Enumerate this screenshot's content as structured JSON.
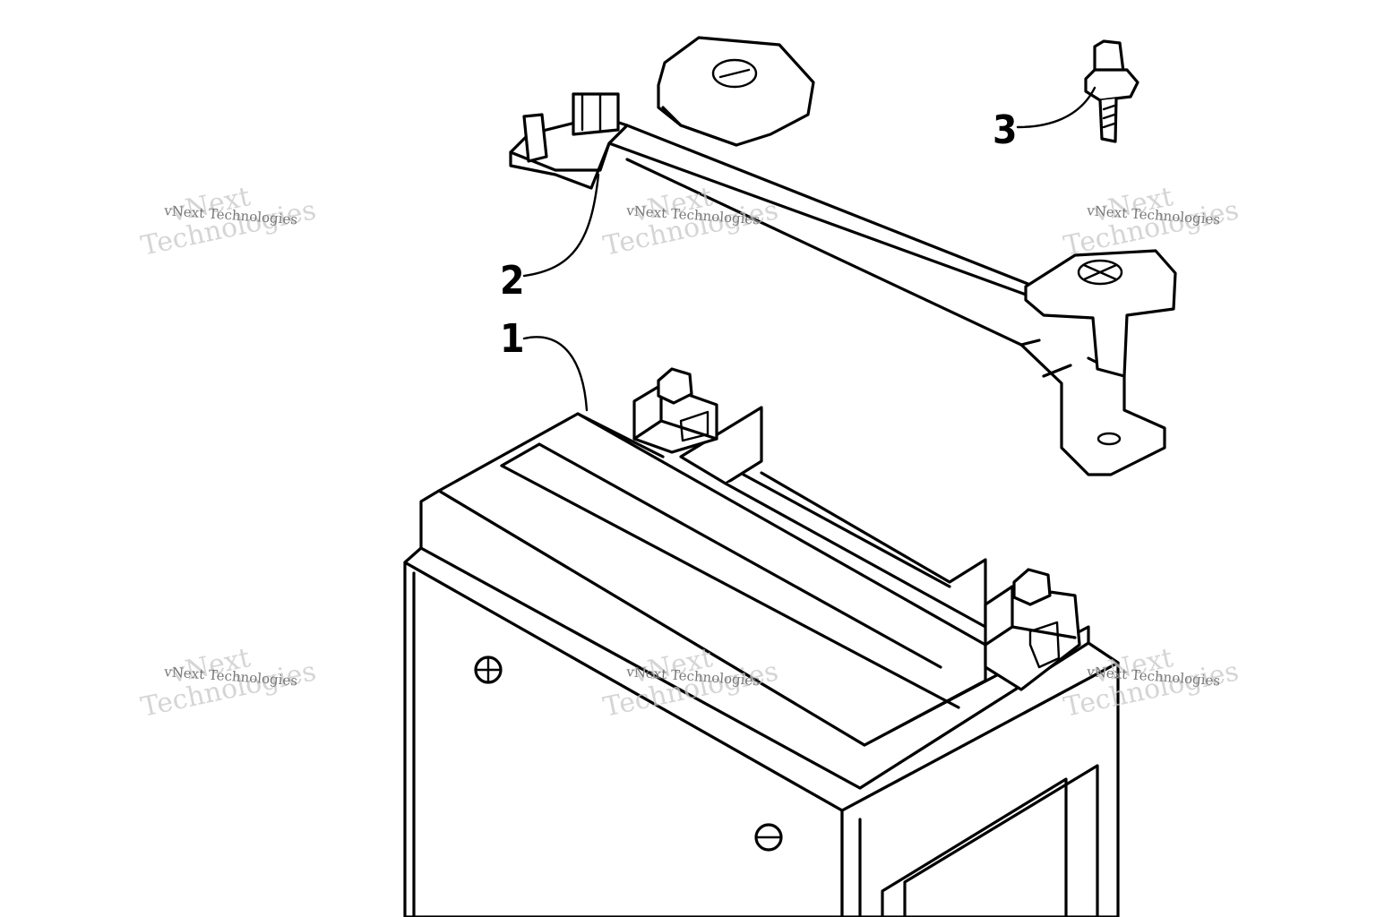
{
  "callouts": [
    {
      "id": "1",
      "label": "1"
    },
    {
      "id": "2",
      "label": "2"
    },
    {
      "id": "3",
      "label": "3"
    }
  ],
  "watermark": {
    "brand": "vNext",
    "word": "Technologies",
    "full": "vNext Technologies"
  },
  "colors": {
    "line": "#000000",
    "background": "#ffffff",
    "watermark_big": "#c8c8c8",
    "watermark_small": "#777777"
  }
}
